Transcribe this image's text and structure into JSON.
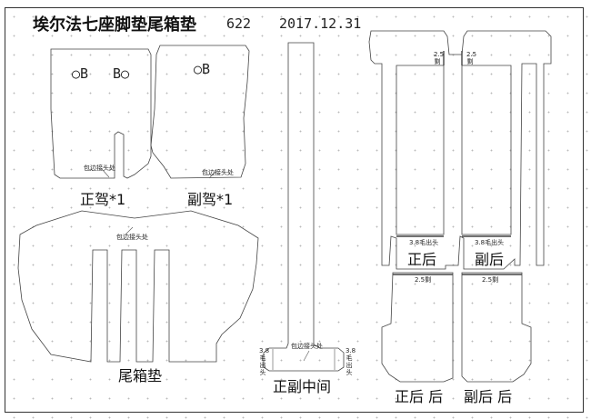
{
  "header": {
    "title": "埃尔法七座脚垫尾箱垫",
    "model_code": "622",
    "date": "2017.12.31"
  },
  "pieces": {
    "driver": {
      "label": "正驾*1",
      "edge_note": "包边接头处",
      "mark_left": "○B",
      "mark_right": "B○"
    },
    "passenger": {
      "label": "副驾*1",
      "edge_note": "包边接头处",
      "mark": "○B"
    },
    "trunk": {
      "label": "尾箱垫",
      "edge_note": "包边接头处"
    },
    "middle": {
      "label": "正副中间",
      "edge_note": "包边接头处",
      "left_note": "3.8毛出头",
      "right_note": "3.8毛出头"
    },
    "rear_left": {
      "label": "正后",
      "top_note": "2.5剩",
      "bottom_note": "3.8毛出头"
    },
    "rear_right": {
      "label": "副后",
      "top_note": "2.5剩",
      "bottom_note": "3.8毛出头"
    },
    "rear_rear_left": {
      "label": "正后 后",
      "top_note": "2.5剩"
    },
    "rear_rear_right": {
      "label": "副后 后",
      "top_note": "2.5剩"
    }
  }
}
